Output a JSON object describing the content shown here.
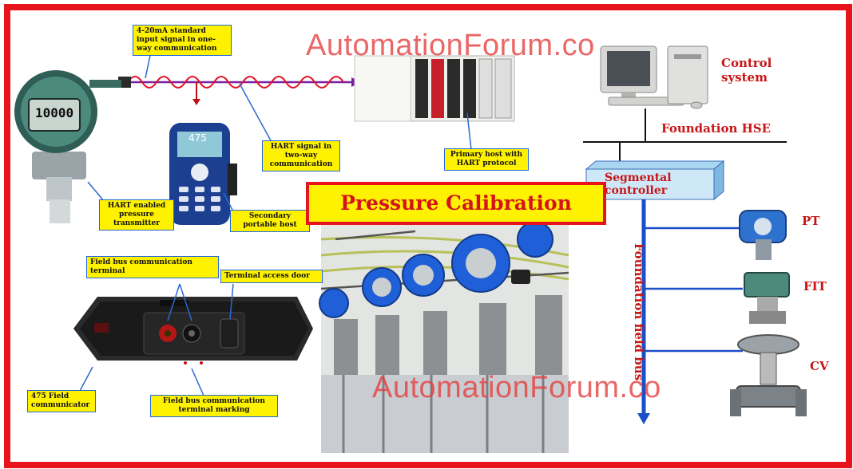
{
  "watermark": {
    "top": "AutomationForum.co",
    "bottom": "AutomationForum.co"
  },
  "title": "Pressure Calibration",
  "labels": {
    "input_signal": "4-20mA standard input signal in one-way communication",
    "hart_signal": "HART signal in two-way communication",
    "primary_host": "Primary host with HART protocol",
    "hart_transmitter": "HART enabled pressure transmitter",
    "secondary_host": "Secondary portable host",
    "fieldbus_terminal": "Field bus communication terminal",
    "access_door": "Terminal access door",
    "field_communicator": "475 Field communicator",
    "terminal_marking": "Field bus communication terminal marking"
  },
  "fieldbus": {
    "control_system": "Control system",
    "hse": "Foundation HSE",
    "segmental_controller": "Segmental controller",
    "field_bus": "Foundation field bus",
    "devices": [
      "PT",
      "FIT",
      "CV"
    ]
  },
  "devices": {
    "transmitter_display": "10000",
    "communicator_screen": "475"
  },
  "colors": {
    "frame": "#e8141c",
    "label_bg": "#fff200",
    "label_border": "#2266dd",
    "title_text": "#d4141a",
    "field_text": "#c81515",
    "bus_blue": "#1a4fc8"
  }
}
